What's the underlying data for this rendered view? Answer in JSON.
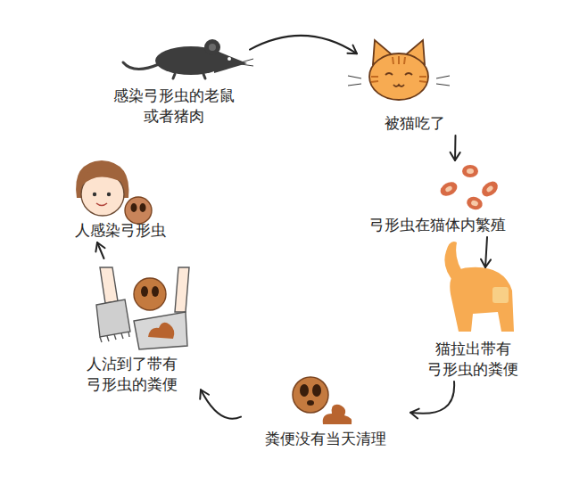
{
  "diagram": {
    "nodes": [
      {
        "text": [
          "感染弓形虫的老鼠 或者猪肉"
        ]
      },
      {
        "text": [
          "被猫吃了"
        ]
      },
      {
        "text": [
          "弓形虫在猫体内繁殖"
        ]
      },
      {
        "text": [
          "猫拉出带有 弓形虫的粪便"
        ]
      },
      {
        "text": [
          "粪便没有当天清理"
        ]
      },
      {
        "text": [
          "人沾到了带有 弓形虫的粪便"
        ]
      },
      {
        "text": [
          "人感染弓形虫"
        ]
      }
    ],
    "edges": [
      {
        "from": 0,
        "to": 1,
        "arrow": "to"
      },
      {
        "from": 1,
        "to": 2,
        "arrow": "to"
      },
      {
        "from": 2,
        "to": 3,
        "arrow": "to"
      },
      {
        "from": 3,
        "to": 4,
        "arrow": "to"
      },
      {
        "from": 4,
        "to": 5,
        "arrow": "to"
      },
      {
        "from": 5,
        "to": 6,
        "arrow": "to"
      }
    ]
  }
}
